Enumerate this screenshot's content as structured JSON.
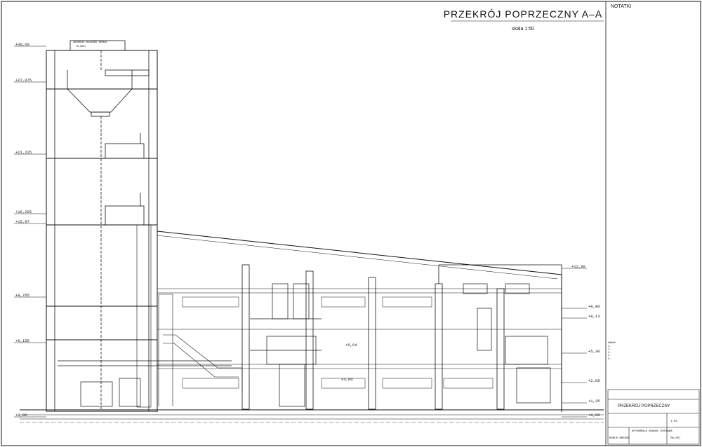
{
  "drawing": {
    "title": "PRZEKRÓJ POPRZECZNY A–A",
    "scale": "skala 1:50",
    "notes_header": "NOTATKI"
  },
  "levels_left": [
    {
      "label": "+30,60"
    },
    {
      "label": "+27,075"
    },
    {
      "label": "+21,225"
    },
    {
      "label": "+16,225"
    },
    {
      "label": "+15,07"
    },
    {
      "label": "+9,765"
    },
    {
      "label": "+6,155"
    },
    {
      "label": "+0,00"
    }
  ],
  "levels_right": [
    {
      "label": "+12,00"
    },
    {
      "label": "+8,90"
    },
    {
      "label": "+8,13"
    },
    {
      "label": "+5,30"
    },
    {
      "label": "+2,85"
    },
    {
      "label": "+1,35"
    },
    {
      "label": "+0,00"
    }
  ],
  "levels_mid": [
    {
      "label": "+5,64"
    },
    {
      "label": "+3,60"
    }
  ],
  "tower_top_label": "ZBIORNIK SKŁADOWY GRANUL",
  "tower_tag": "TK–8001",
  "notes_block": {
    "heading": "UWAGA",
    "lines": [
      "1.",
      "2.",
      "3.",
      "4.",
      "5."
    ]
  },
  "title_block": {
    "sheet_name": "PRZEKRÓJ POPRZECZNY",
    "scale": "1:50",
    "project": "WYTWÓRNIA GRANUL DOSTAWA",
    "drawing_no": "PW–007",
    "company": "BURUS BRENSE"
  },
  "colors": {
    "line": "#111111",
    "thin": "#333333",
    "paper": "#ffffff"
  }
}
